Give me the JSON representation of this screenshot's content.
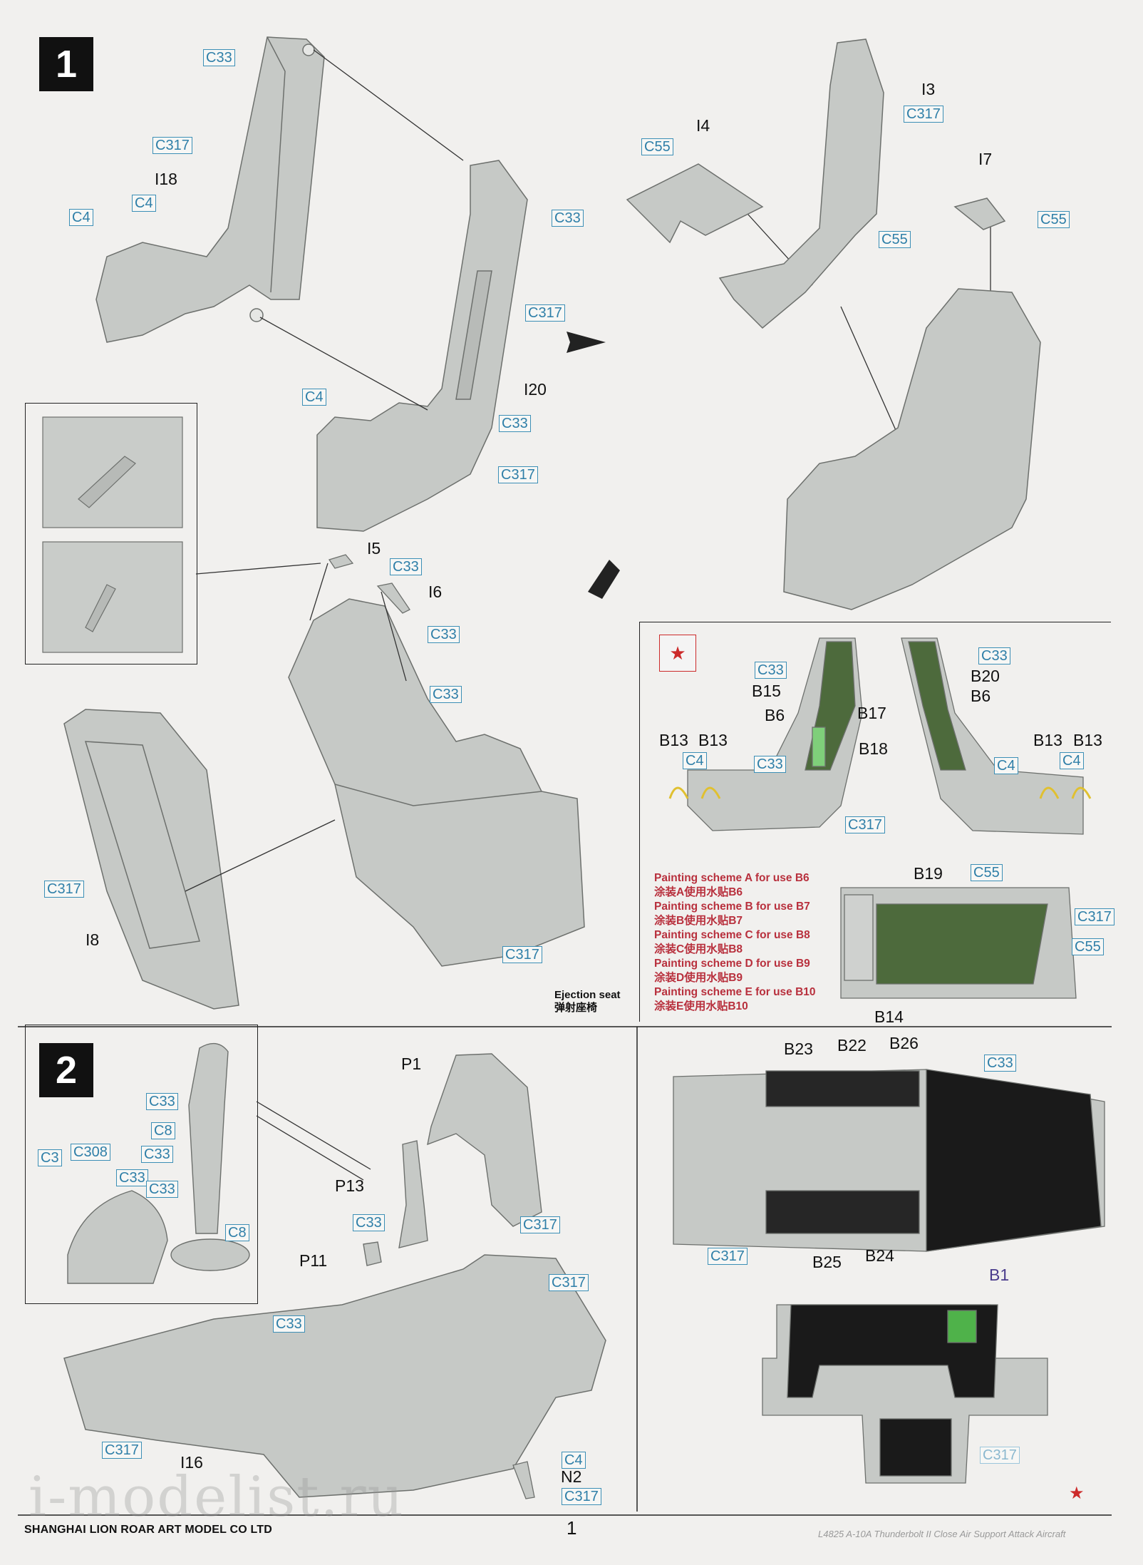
{
  "steps": {
    "step1": "1",
    "step2": "2"
  },
  "step1": {
    "ejection_seat": {
      "en": "Ejection seat",
      "zh": "弹射座椅"
    }
  },
  "painting_schemes": [
    "Painting scheme A for use B6",
    "涂装A使用水贴B6",
    "Painting scheme B for use B7",
    "涂装B使用水贴B7",
    "Painting scheme C for use B8",
    "涂装C使用水贴B8",
    "Painting scheme D for use B9",
    "涂装D使用水贴B9",
    "Painting scheme E for use B10",
    "涂装E使用水贴B10"
  ],
  "colors": {
    "part_gray": "#c6c9c6",
    "tag_blue": "#3c8fb6",
    "scheme_red": "#b8303d",
    "seat_green": "#4d6a3c",
    "panel_black": "#1a1a1a"
  },
  "footer": {
    "company": "SHANGHAI LION ROAR ART MODEL CO LTD",
    "page": "1",
    "product": "L4825 A-10A Thunderbolt II Close Air Support Attack Aircraft"
  },
  "watermark": "i-modelist.ru"
}
